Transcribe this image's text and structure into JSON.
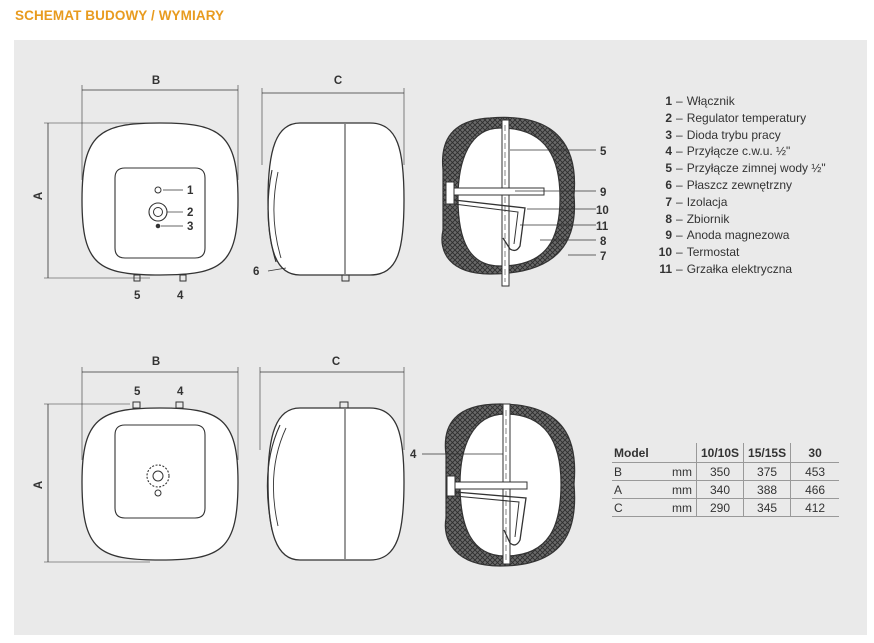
{
  "title": "SCHEMAT BUDOWY / WYMIARY",
  "dimension_labels": {
    "b": "B",
    "c": "C",
    "a": "A"
  },
  "callouts": {
    "top_front": [
      "1",
      "2",
      "3",
      "5",
      "4"
    ],
    "top_side": [
      "6"
    ],
    "top_section": [
      "5",
      "9",
      "10",
      "11",
      "8",
      "7"
    ],
    "bottom_front": [
      "5",
      "4"
    ],
    "bottom_section": [
      "4"
    ]
  },
  "legend": [
    {
      "num": "1",
      "text": "Włącznik"
    },
    {
      "num": "2",
      "text": "Regulator temperatury"
    },
    {
      "num": "3",
      "text": "Dioda trybu pracy"
    },
    {
      "num": "4",
      "text": "Przyłącze c.w.u. ½\""
    },
    {
      "num": "5",
      "text": "Przyłącze zimnej wody ½\""
    },
    {
      "num": "6",
      "text": "Płaszcz zewnętrzny"
    },
    {
      "num": "7",
      "text": "Izolacja"
    },
    {
      "num": "8",
      "text": "Zbiornik"
    },
    {
      "num": "9",
      "text": "Anoda magnezowa"
    },
    {
      "num": "10",
      "text": "Termostat"
    },
    {
      "num": "11",
      "text": "Grzałka elektryczna"
    }
  ],
  "spec_table": {
    "headers": [
      "Model",
      "",
      "10/10S",
      "15/15S",
      "30"
    ],
    "rows": [
      {
        "label": "B",
        "unit": "mm",
        "values": [
          "350",
          "375",
          "453"
        ]
      },
      {
        "label": "A",
        "unit": "mm",
        "values": [
          "340",
          "388",
          "466"
        ]
      },
      {
        "label": "C",
        "unit": "mm",
        "values": [
          "290",
          "345",
          "412"
        ]
      }
    ]
  },
  "colors": {
    "title": "#e89b1f",
    "panel": "#eaeaea",
    "line": "#333333",
    "insulation": "#555555"
  }
}
